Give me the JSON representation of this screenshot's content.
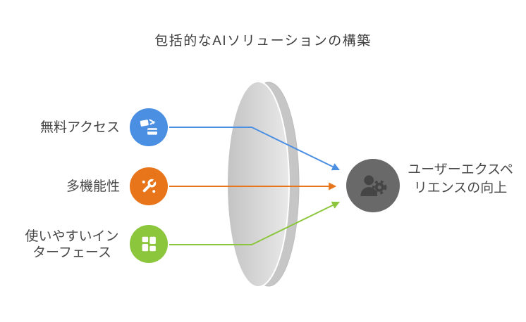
{
  "title": "包括的なAIソリューションの構築",
  "inputs": [
    {
      "label": "無料アクセス",
      "color": "#4a8fe2",
      "icon": "payment-transfer-icon"
    },
    {
      "label": "多機能性",
      "color": "#e8751a",
      "icon": "wrench-icon"
    },
    {
      "label": "使いやすいインターフェース",
      "color": "#8cc63c",
      "icon": "interface-layout-icon"
    }
  ],
  "output": {
    "label": "ユーザーエクスペリエンスの向上",
    "color": "#696969",
    "icon_color": "#454545",
    "icon": "user-gear-icon"
  },
  "lens": {
    "back": "#c6c6c6",
    "back_edge": "#bdbdbd",
    "gradient_from": "#c3c3c3",
    "gradient_to": "#e9e9e9"
  },
  "text_color": "#484848"
}
